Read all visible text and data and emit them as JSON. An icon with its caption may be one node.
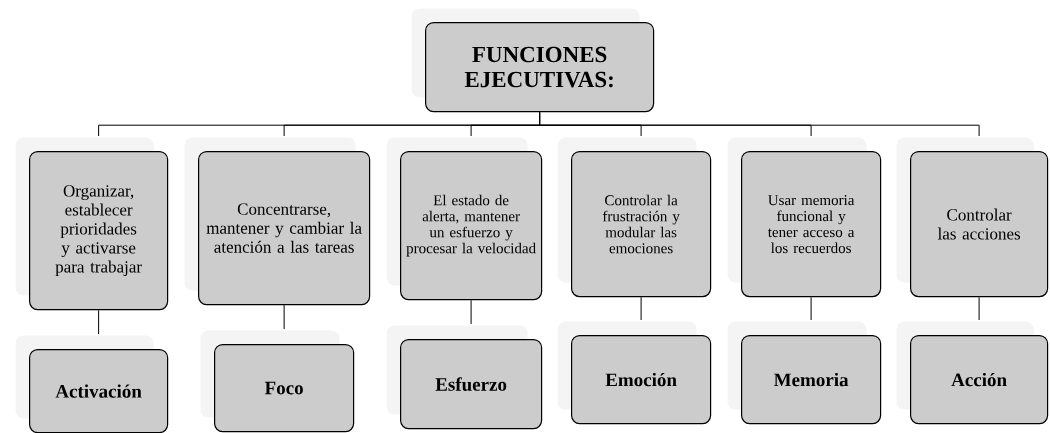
{
  "diagram": {
    "nodes": [
      {
        "text": [
          "FUNCIONES EJECUTIVAS:"
        ]
      },
      {
        "text": [
          "Organizar, establecer prioridades y activarse para trabajar"
        ]
      },
      {
        "text": [
          "Concentrarse, mantener y cambiar la atención a las tareas"
        ]
      },
      {
        "text": [
          "El estado de alerta, mantener un esfuerzo y procesar la velocidad"
        ]
      },
      {
        "text": [
          "Controlar la frustración y modular las emociones"
        ]
      },
      {
        "text": [
          "Usar memoria funcional y tener acceso a los recuerdos"
        ]
      },
      {
        "text": [
          "Controlar las acciones"
        ]
      },
      {
        "text": [
          "Activación"
        ]
      },
      {
        "text": [
          "Foco"
        ]
      },
      {
        "text": [
          "Esfuerzo"
        ]
      },
      {
        "text": [
          "Emoción"
        ]
      },
      {
        "text": [
          "Memoria"
        ]
      },
      {
        "text": [
          "Acción"
        ]
      }
    ],
    "edges": [
      {
        "from": 0,
        "to": 1,
        "arrow": "none"
      },
      {
        "from": 0,
        "to": 2,
        "arrow": "none"
      },
      {
        "from": 0,
        "to": 3,
        "arrow": "none"
      },
      {
        "from": 0,
        "to": 4,
        "arrow": "none"
      },
      {
        "from": 0,
        "to": 5,
        "arrow": "none"
      },
      {
        "from": 0,
        "to": 6,
        "arrow": "none"
      },
      {
        "from": 1,
        "to": 7,
        "arrow": "none"
      },
      {
        "from": 2,
        "to": 8,
        "arrow": "none"
      },
      {
        "from": 3,
        "to": 9,
        "arrow": "none"
      },
      {
        "from": 4,
        "to": 10,
        "arrow": "none"
      },
      {
        "from": 5,
        "to": 11,
        "arrow": "none"
      },
      {
        "from": 6,
        "to": 12,
        "arrow": "none"
      }
    ]
  }
}
